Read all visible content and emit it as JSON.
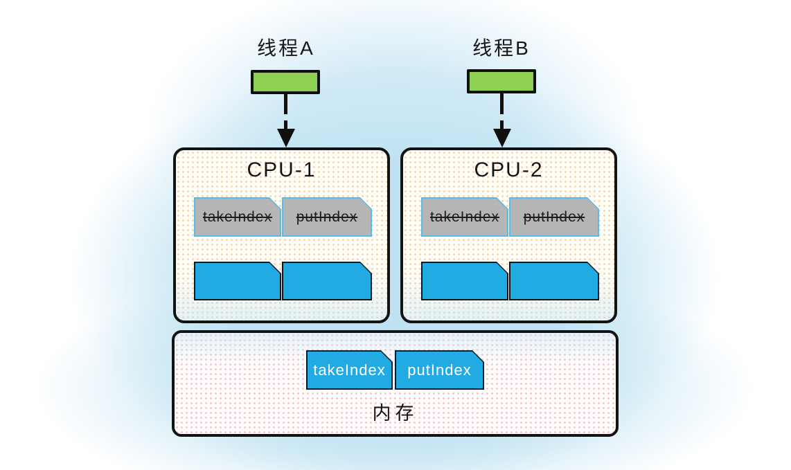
{
  "threads": {
    "a": {
      "label": "线程A"
    },
    "b": {
      "label": "线程B"
    }
  },
  "cpu1": {
    "title": "CPU-1",
    "cache": {
      "take": "takeIndex",
      "put": "putIndex"
    }
  },
  "cpu2": {
    "title": "CPU-2",
    "cache": {
      "take": "takeIndex",
      "put": "putIndex"
    }
  },
  "memory": {
    "title": "内存",
    "take": "takeIndex",
    "put": "putIndex"
  },
  "colors": {
    "thread_box_green": "#8ed152",
    "blue_box": "#22aae2",
    "gray_box": "#b5b5b5",
    "gray_box_border": "#56b9ea",
    "halo_blue": "#bfe3f2",
    "cpu_dots": "#f5b264",
    "memory_dots": "#f07878",
    "outline_black": "#131313"
  }
}
